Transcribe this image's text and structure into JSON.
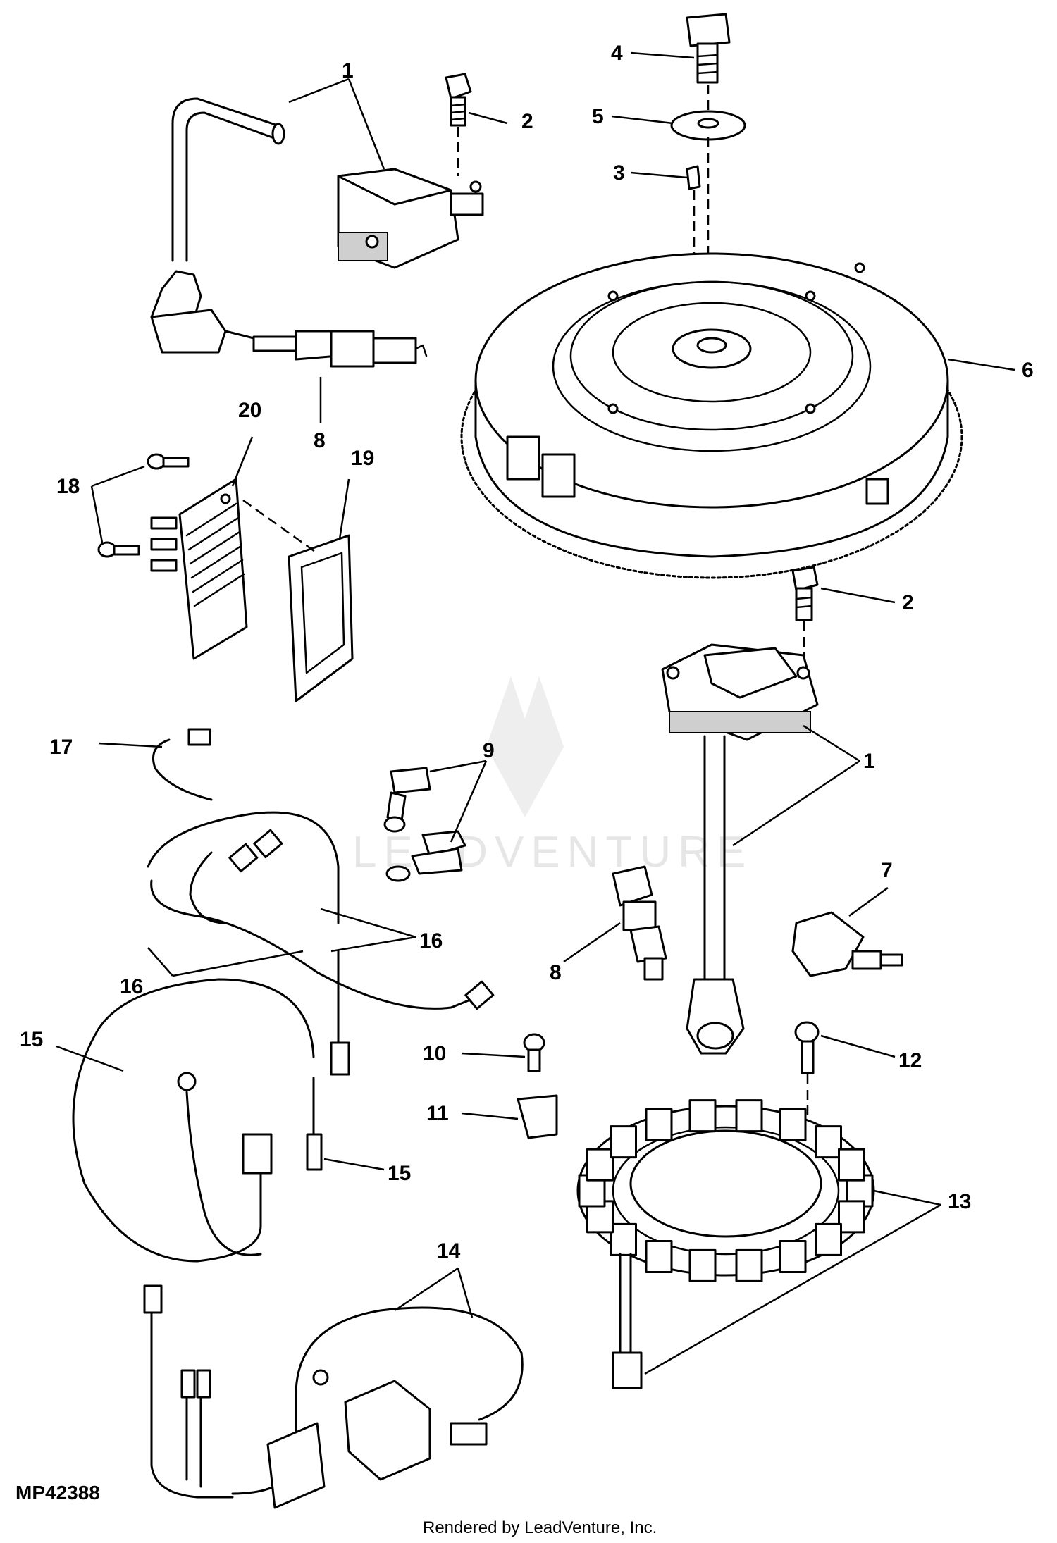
{
  "diagram": {
    "code": "MP42388",
    "credit": "Rendered by LeadVenture, Inc.",
    "watermark": "LEADVENTURE",
    "callouts": {
      "c1a": "1",
      "c1b": "1",
      "c2a": "2",
      "c2b": "2",
      "c3": "3",
      "c4": "4",
      "c5": "5",
      "c6": "6",
      "c7": "7",
      "c8a": "8",
      "c8b": "8",
      "c9": "9",
      "c10": "10",
      "c11": "11",
      "c12": "12",
      "c13": "13",
      "c14": "14",
      "c15a": "15",
      "c15b": "15",
      "c16a": "16",
      "c16b": "16",
      "c17": "17",
      "c18": "18",
      "c19": "19",
      "c20": "20"
    }
  }
}
